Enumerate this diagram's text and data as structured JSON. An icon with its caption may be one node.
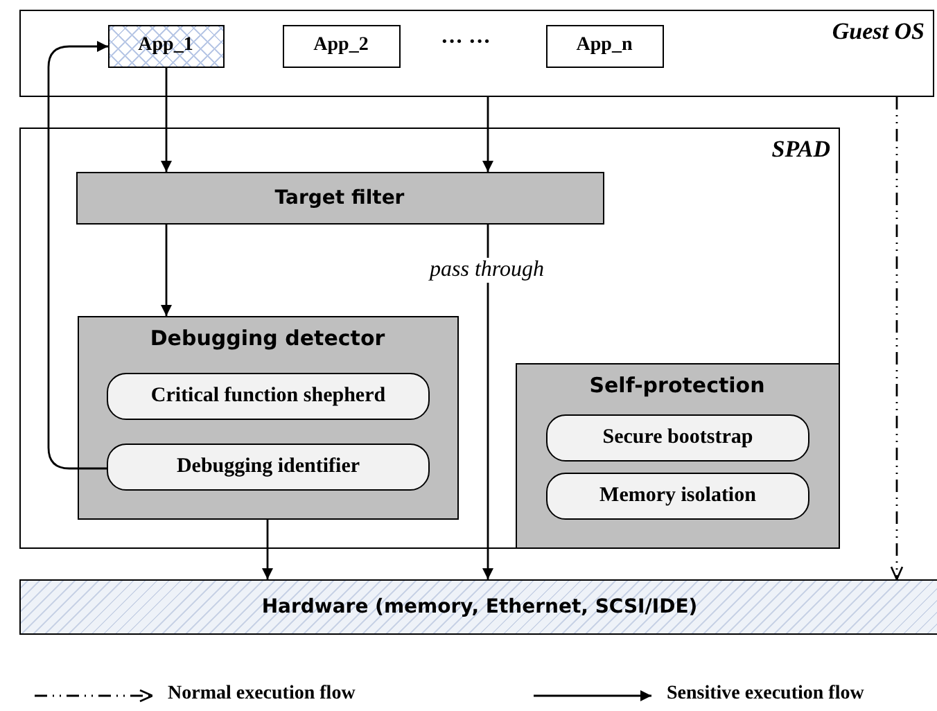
{
  "diagram": {
    "nodes": [
      {
        "text": [
          "Guest OS"
        ]
      },
      {
        "text": [
          "App_1"
        ],
        "in": 0
      },
      {
        "text": [
          "App_2"
        ],
        "in": 0
      },
      {
        "text": [
          "App_n"
        ],
        "in": 0
      },
      {
        "text": [
          "SPAD"
        ]
      },
      {
        "text": [
          "Target filter"
        ],
        "in": 4
      },
      {
        "text": [
          "Debugging detector"
        ],
        "in": 4
      },
      {
        "text": [
          "Critical function shepherd"
        ],
        "in": 6
      },
      {
        "text": [
          "Debugging identifier"
        ],
        "in": 6
      },
      {
        "text": [
          "Self-protection"
        ],
        "in": 4
      },
      {
        "text": [
          "Secure bootstrap"
        ],
        "in": 9
      },
      {
        "text": [
          "Memory isolation"
        ],
        "in": 9
      },
      {
        "text": [
          "Hardware (memory, Ethernet, SCSI/IDE)"
        ]
      }
    ],
    "edges": [
      {
        "from": 1,
        "to": 5,
        "arrow": "to"
      },
      {
        "from": 0,
        "to": 5,
        "arrow": "to"
      },
      {
        "from": 5,
        "to": 6,
        "arrow": "to"
      },
      {
        "from": 5,
        "to": 12,
        "arrow": "to",
        "label": "pass through"
      },
      {
        "from": 8,
        "to": 1,
        "arrow": "to"
      },
      {
        "from": 6,
        "to": 12,
        "arrow": "to"
      },
      {
        "from": 0,
        "to": 12,
        "arrow": "to",
        "style": "dashed"
      }
    ],
    "labels": [
      "··· ···"
    ],
    "legend": [
      {
        "text": "Normal execution flow"
      },
      {
        "text": "Sensitive execution flow"
      }
    ]
  }
}
